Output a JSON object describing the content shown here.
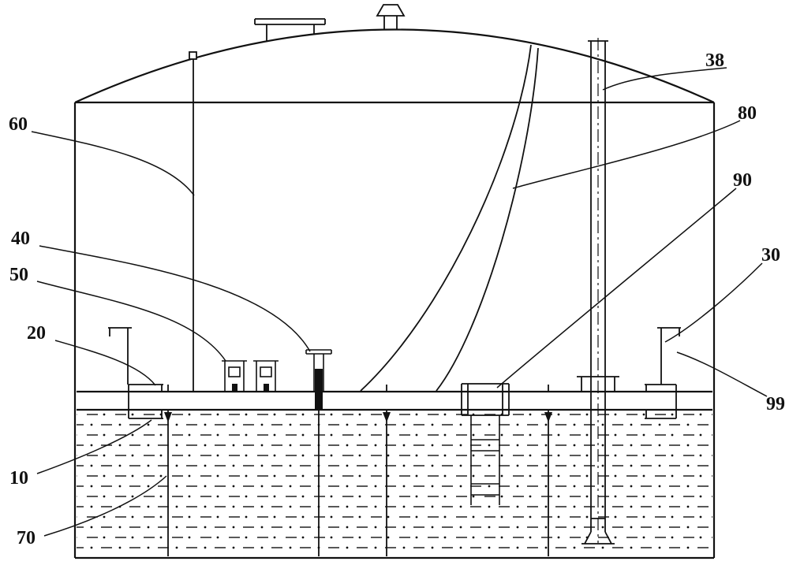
{
  "figure": {
    "kind": "patent-technical-drawing",
    "subject": "storage tank with internal floating roof",
    "background_color": "#ffffff",
    "line_color": "#111111"
  },
  "callouts": {
    "c10": {
      "text": "10"
    },
    "c20": {
      "text": "20"
    },
    "c30": {
      "text": "30"
    },
    "c38": {
      "text": "38"
    },
    "c40": {
      "text": "40"
    },
    "c50": {
      "text": "50"
    },
    "c60": {
      "text": "60"
    },
    "c70": {
      "text": "70"
    },
    "c80": {
      "text": "80"
    },
    "c90": {
      "text": "90"
    },
    "c99": {
      "text": "99"
    }
  }
}
